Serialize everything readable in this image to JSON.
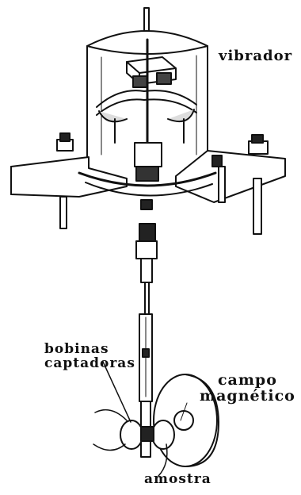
{
  "labels": {
    "vibrador": "vibrador",
    "bobinas_line1": "bobinas",
    "bobinas_line2": "captadoras",
    "campo_line1": "campo",
    "campo_line2": "magnético",
    "amostra": "amostra"
  },
  "colors": {
    "ink": "#111111",
    "background": "#ffffff"
  }
}
